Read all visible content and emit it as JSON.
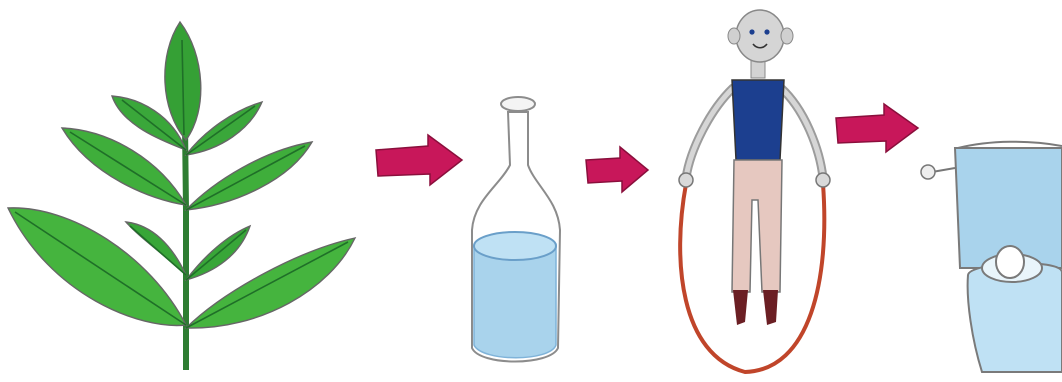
{
  "diagram": {
    "steps": [
      {
        "id": "plant",
        "icon": "leafy-plant-icon"
      },
      {
        "id": "bottle",
        "icon": "water-bottle-icon"
      },
      {
        "id": "person",
        "icon": "jump-rope-person-icon"
      },
      {
        "id": "toilet",
        "icon": "toilet-icon"
      }
    ],
    "arrows": [
      {
        "from": "plant",
        "to": "bottle"
      },
      {
        "from": "bottle",
        "to": "person"
      },
      {
        "from": "person",
        "to": "toilet"
      }
    ],
    "colors": {
      "leaf": "#3fa33a",
      "leaf_dark": "#1f6f28",
      "arrow": "#c8175a",
      "water": "#a9d3ec",
      "shirt": "#1c3f8f",
      "rope": "#c0452a",
      "pants": "#e6c8c0",
      "outline": "#555555"
    }
  }
}
